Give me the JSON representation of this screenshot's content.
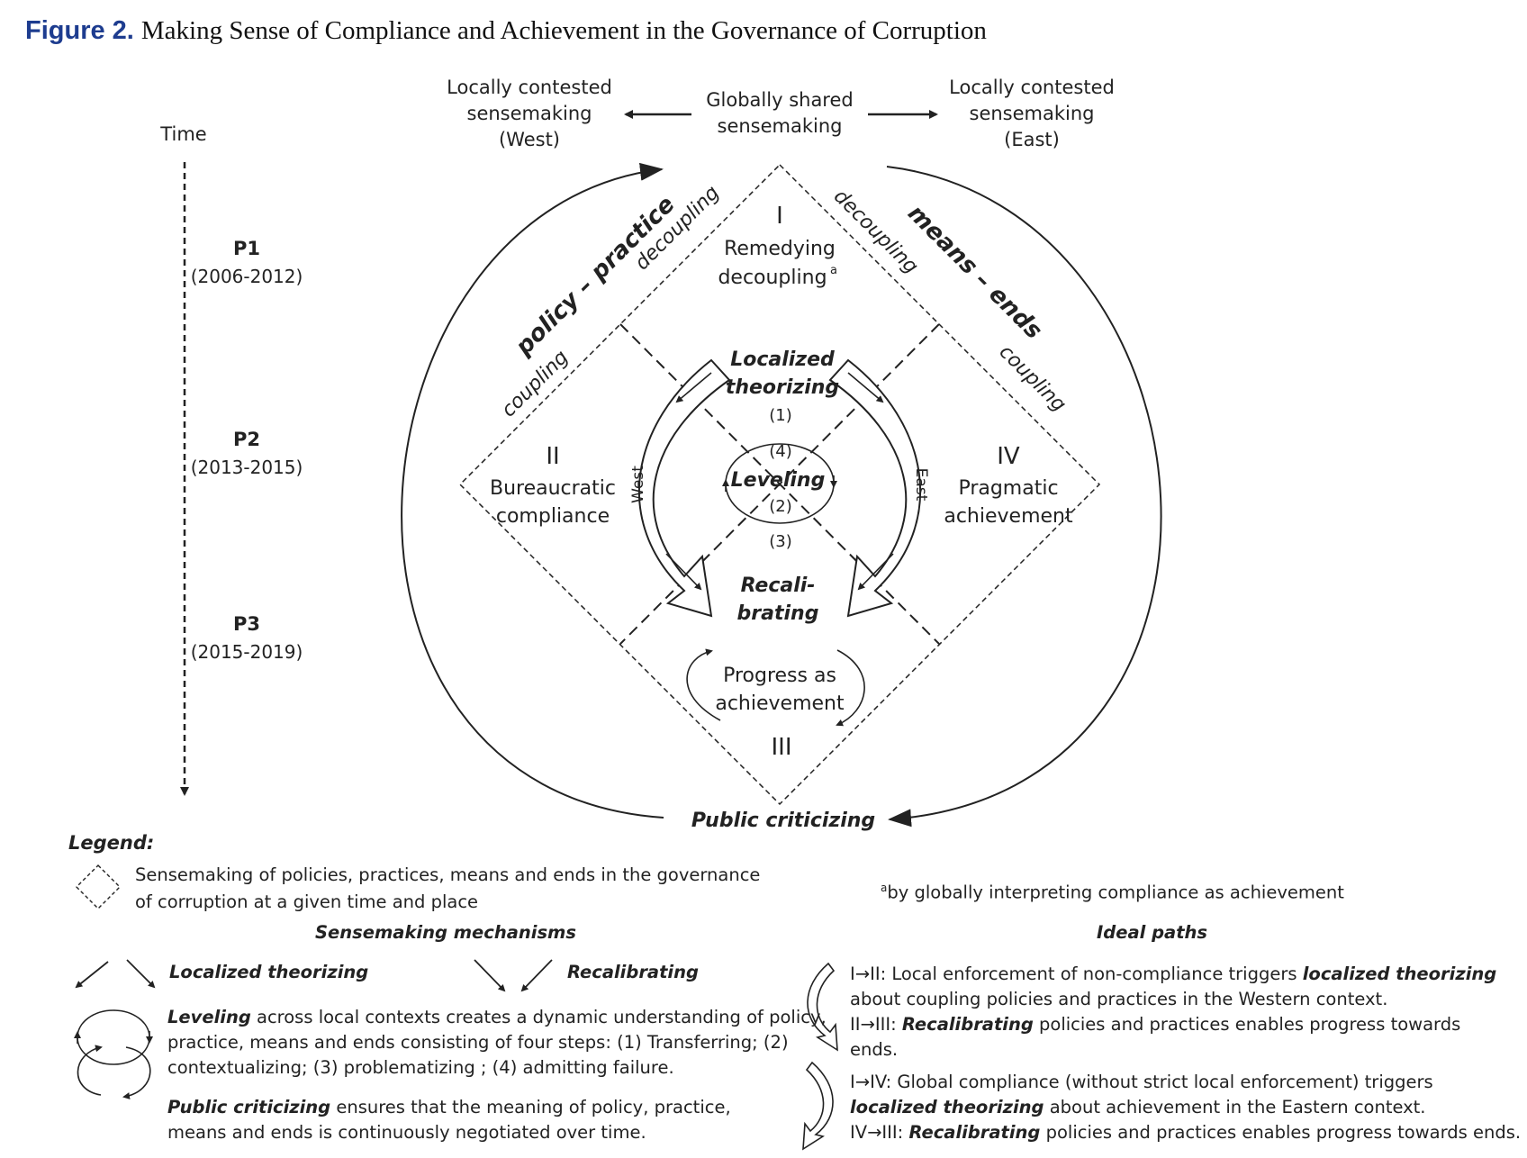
{
  "figure": {
    "label": "Figure 2.",
    "title": "Making Sense of Compliance and Achievement in the Governance of Corruption"
  },
  "sensemaking": {
    "west": [
      "Locally contested",
      "sensemaking",
      "(West)"
    ],
    "global": [
      "Globally shared",
      "sensemaking"
    ],
    "east": [
      "Locally contested",
      "sensemaking",
      "(East)"
    ]
  },
  "timeline": {
    "label": "Time",
    "periods": [
      {
        "name": "P1",
        "years": "(2006-2012)"
      },
      {
        "name": "P2",
        "years": "(2013-2015)"
      },
      {
        "name": "P3",
        "years": "(2015-2019)"
      }
    ]
  },
  "quadrants": {
    "q1": {
      "numeral": "I",
      "line1": "Remedying",
      "line2": "decoupling",
      "sup": "a"
    },
    "q2": {
      "numeral": "II",
      "line1": "Bureaucratic",
      "line2": "compliance"
    },
    "q3": {
      "numeral": "III",
      "line1": "Progress as",
      "line2": "achievement"
    },
    "q4": {
      "numeral": "IV",
      "line1": "Pragmatic",
      "line2": "achievement"
    }
  },
  "axes": {
    "left_bold": "policy – practice",
    "left_top": "decoupling",
    "left_bottom": "coupling",
    "right_bold": "means – ends",
    "right_top": "decoupling",
    "right_bottom": "coupling"
  },
  "center": {
    "localized": [
      "Localized",
      "theorizing"
    ],
    "leveling": "Leveling",
    "step1": "(1)",
    "step2": "(2)",
    "step3": "(3)",
    "step4": "(4)",
    "recalibrating": [
      "Recali-",
      "brating"
    ],
    "west_label": "West",
    "east_label": "East",
    "public_criticizing": "Public criticizing"
  },
  "legend": {
    "heading": "Legend:",
    "box_desc": [
      "Sensemaking of policies, practices, means and ends in the governance",
      "of corruption at a given time and place"
    ],
    "footnote_sup": "a",
    "footnote": "by globally interpreting compliance as achievement",
    "mechanisms_heading": "Sensemaking mechanisms",
    "paths_heading": "Ideal paths",
    "localized": "Localized theorizing",
    "recalibrating": "Recalibrating",
    "leveling_term": "Leveling",
    "leveling_desc": [
      " across local contexts creates a dynamic understanding of policy,",
      "practice, means and ends consisting of four steps: (1) Transferring; (2)",
      "contextualizing; (3) problematizing ; (4) admitting failure."
    ],
    "public_term": "Public criticizing",
    "public_desc": [
      " ensures that the meaning of policy, practice,",
      "means and ends is continuously negotiated over time."
    ],
    "path1": {
      "a_pre": "I→II: Local enforcement of non-compliance triggers ",
      "a_bold": "localized theorizing",
      "b": "about coupling policies and practices in the Western context.",
      "c_pre": "II→III: ",
      "c_bold": "Recalibrating",
      "c_post": " policies and practices enables progress towards",
      "d": "ends."
    },
    "path2": {
      "a": "I→IV: Global compliance (without strict local enforcement) triggers",
      "b_bold": "localized theorizing",
      "b_post": " about achievement in the Eastern context.",
      "c_pre": "IV→III: ",
      "c_bold": "Recalibrating",
      "c_post": " policies and practices enables progress towards ends."
    }
  }
}
